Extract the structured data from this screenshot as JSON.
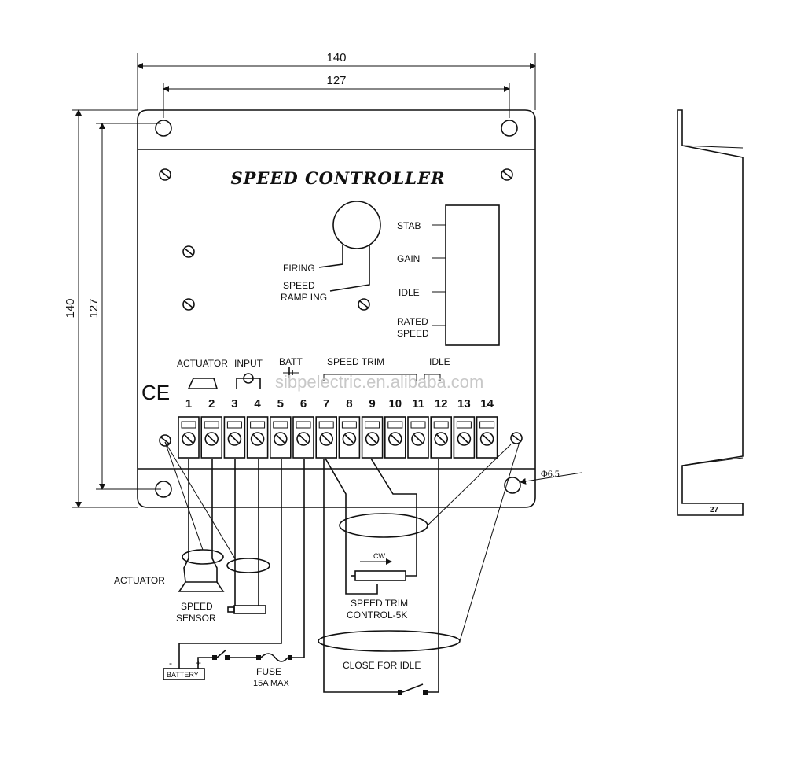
{
  "dimensions": {
    "outer_width": "140",
    "inner_width": "127",
    "outer_height": "140",
    "inner_height": "127",
    "side_depth": "27",
    "hole_diameter": "Φ6.5"
  },
  "panel": {
    "title": "SPEED CONTROLLER",
    "ce_mark": "CE",
    "pot_labels": {
      "firing": "FIRING",
      "speed_ramping_1": "SPEED",
      "speed_ramping_2": "RAMP ING"
    },
    "trim_labels": {
      "stab": "STAB",
      "gain": "GAIN",
      "idle": "IDLE",
      "rated_1": "RATED",
      "rated_2": "SPEED"
    },
    "group_labels": {
      "actuator": "ACTUATOR",
      "input": "INPUT",
      "batt": "BATT",
      "speed_trim": "SPEED TRIM",
      "idle": "IDLE"
    },
    "terminals": [
      "1",
      "2",
      "3",
      "4",
      "5",
      "6",
      "7",
      "8",
      "9",
      "10",
      "11",
      "12",
      "13",
      "14"
    ]
  },
  "wiring": {
    "actuator": "ACTUATOR",
    "speed_sensor_1": "SPEED",
    "speed_sensor_2": "SENSOR",
    "battery": "BATTERY",
    "battery_minus": "-",
    "battery_plus": "+",
    "fuse_1": "FUSE",
    "fuse_2": "15A MAX",
    "cw": "CW",
    "speed_trim_1": "SPEED TRIM",
    "speed_trim_2": "CONTROL-5K",
    "close_for_idle": "CLOSE FOR IDLE"
  },
  "watermark": "sibpelectric.en.alibaba.com"
}
